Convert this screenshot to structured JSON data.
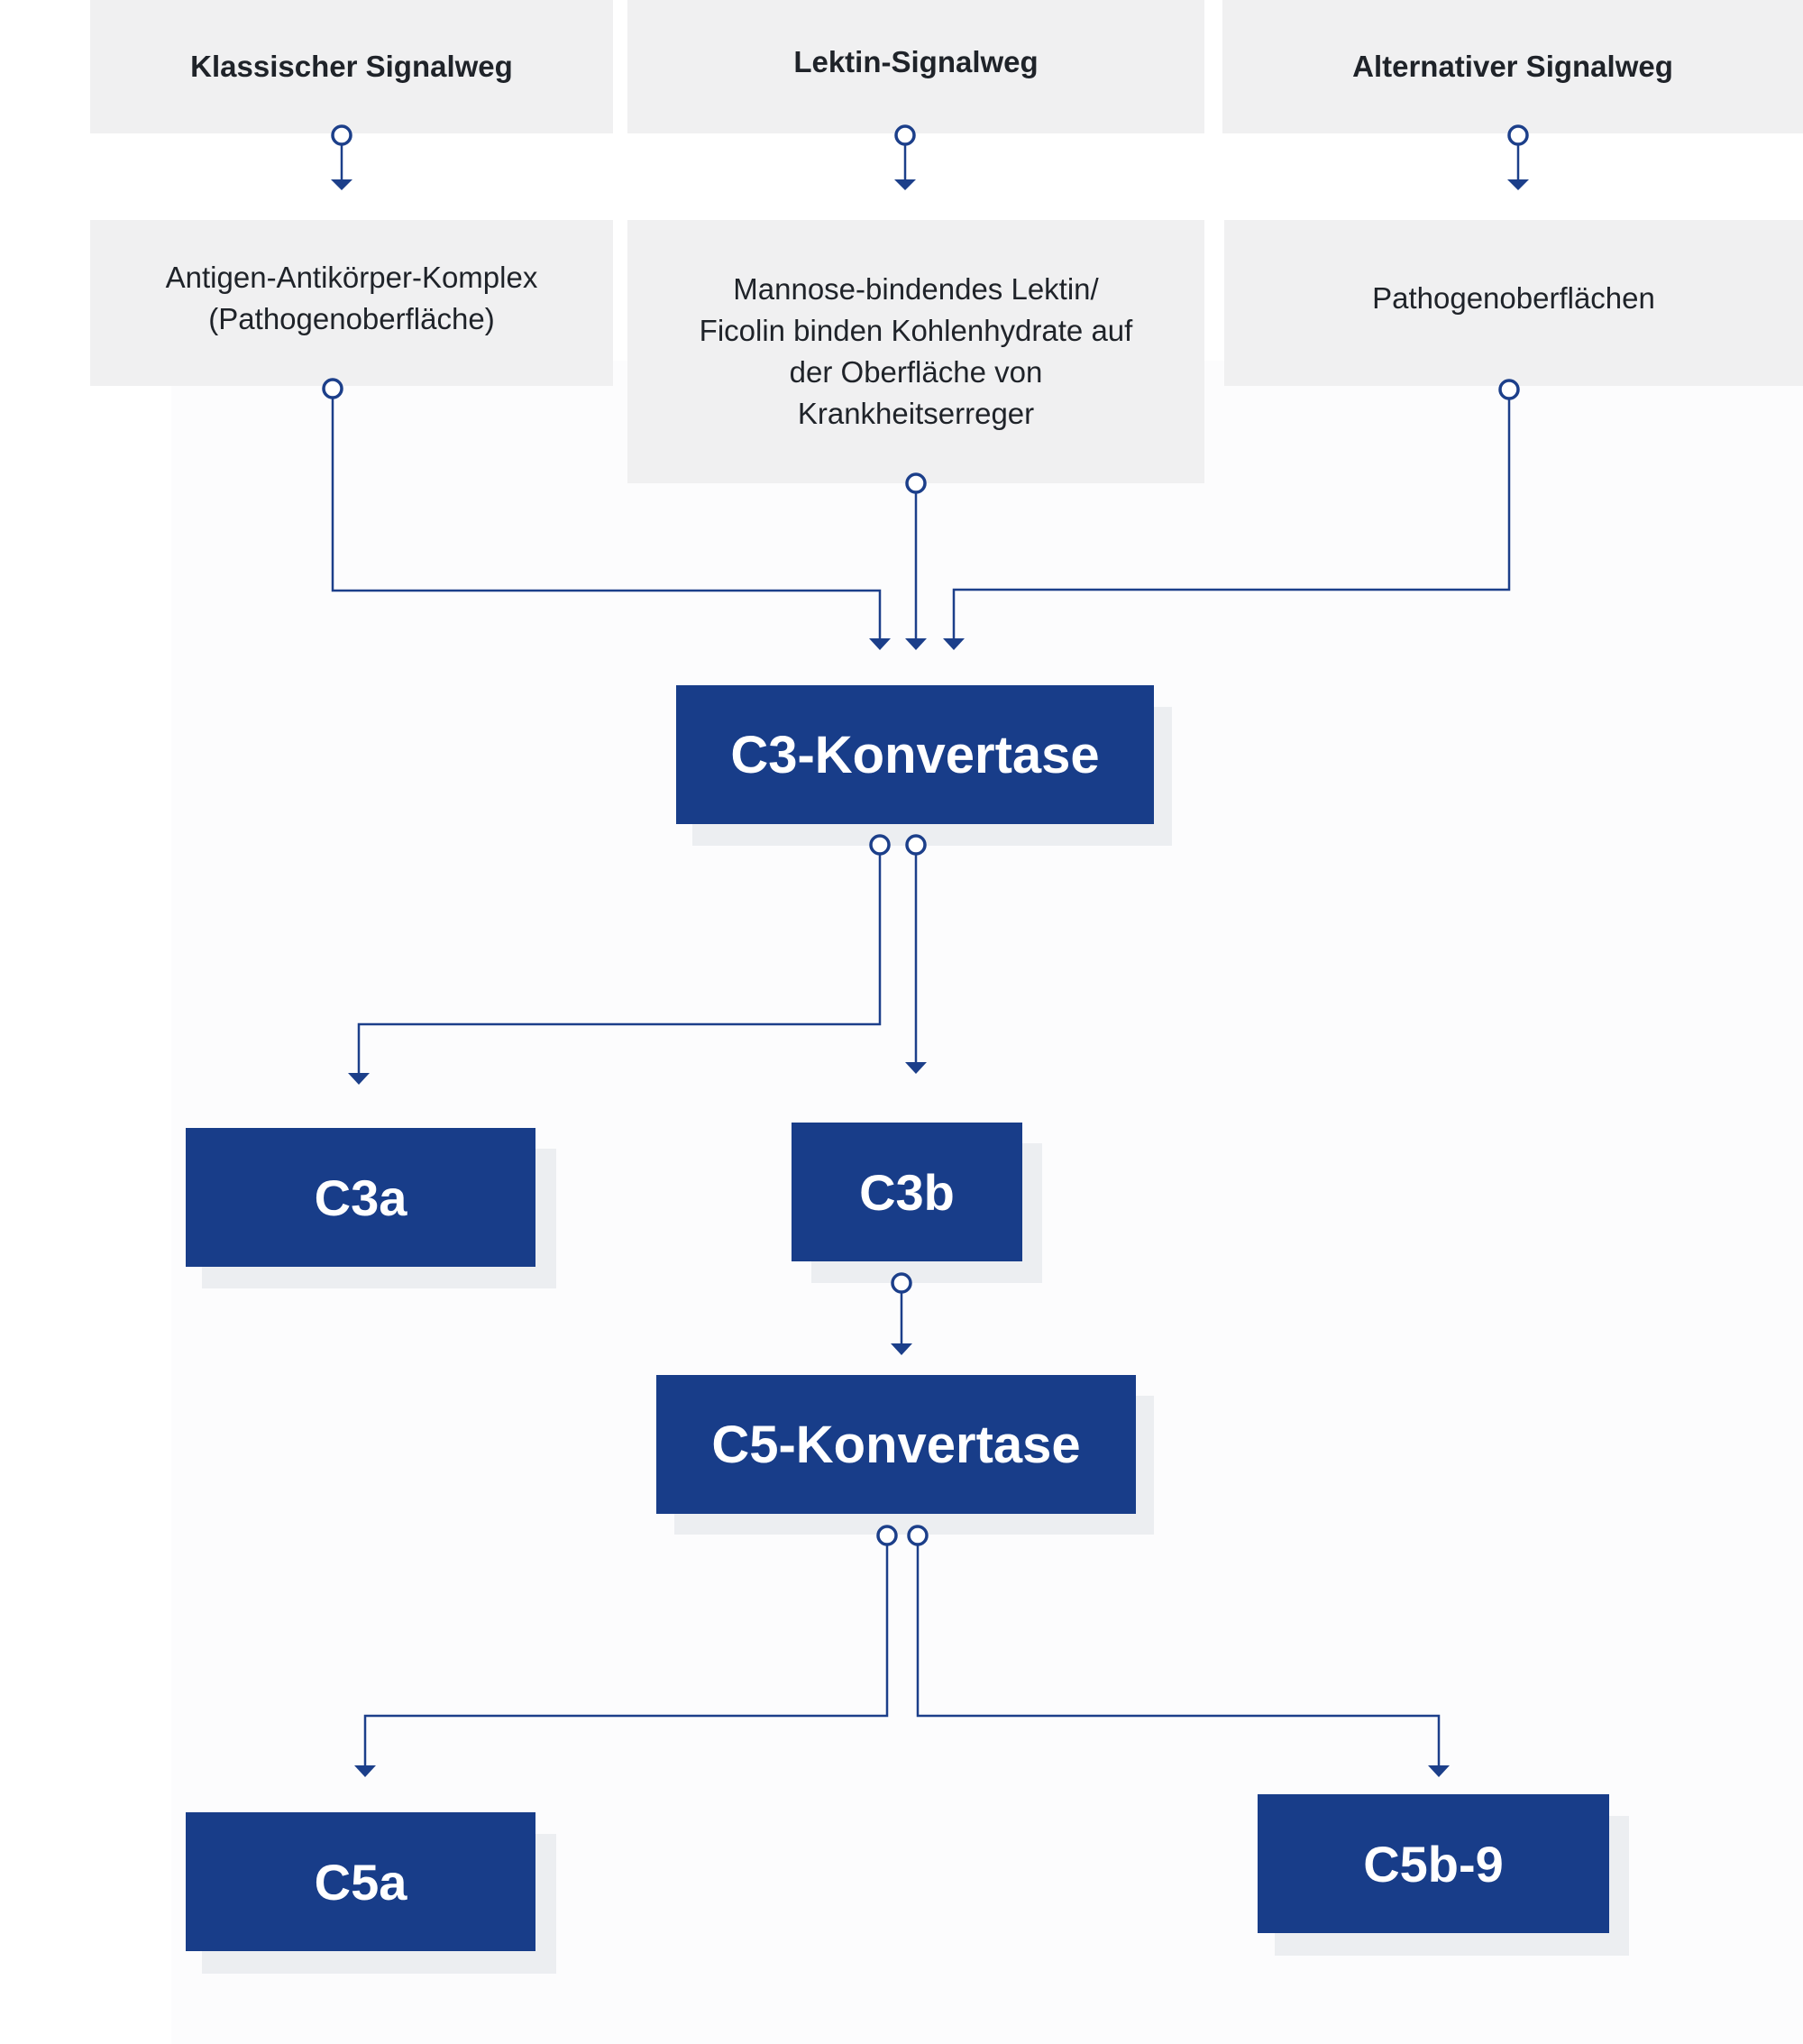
{
  "pathways": [
    {
      "title": "Klassischer Signalweg",
      "trigger": "Antigen-Antikörper-Komplex\n(Pathogenoberfläche)"
    },
    {
      "title": "Lektin-Signalweg",
      "trigger": "Mannose-bindendes Lektin/\nFicolin binden Kohlenhydrate auf\nder Oberfläche von\nKrankheitserreger"
    },
    {
      "title": "Alternativer Signalweg",
      "trigger": "Pathogenoberflächen"
    }
  ],
  "nodes": {
    "c3_convertase": "C3-Konvertase",
    "c3a": "C3a",
    "c3b": "C3b",
    "c5_convertase": "C5-Konvertase",
    "c5a": "C5a",
    "c5b9": "C5b-9"
  },
  "colors": {
    "node_fill": "#183d89",
    "node_text": "#ffffff",
    "pathway_fill": "#f0f0f1",
    "connector": "#1c3f8a"
  }
}
